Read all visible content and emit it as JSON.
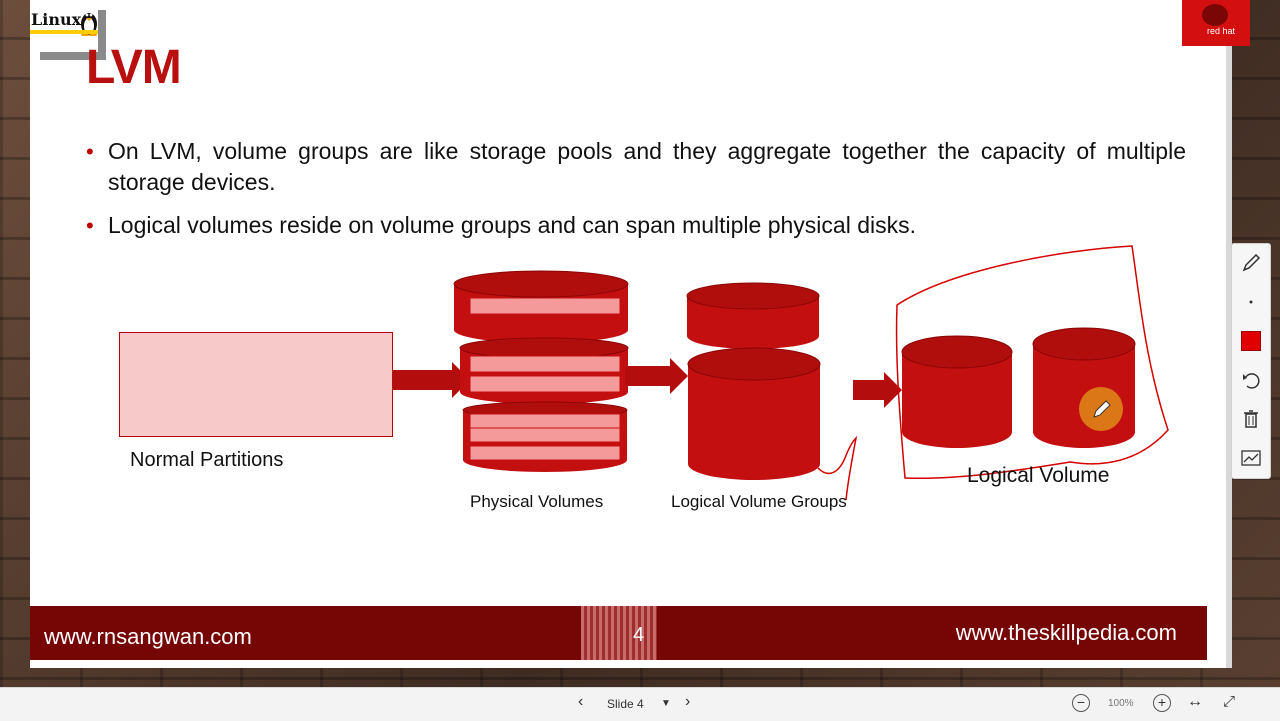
{
  "slide": {
    "logo_text": "Linux",
    "title": "LVM",
    "redhat_text": "red hat",
    "bullets": [
      "On LVM, volume groups are like storage pools and they aggregate together the capacity of multiple storage devices.",
      "Logical volumes reside on volume groups and can span multiple physical disks."
    ],
    "diagram": {
      "normal_partitions": "Normal Partitions",
      "physical_volumes": "Physical Volumes",
      "logical_volume_groups": "Logical Volume Groups",
      "logical_volume": "Logical Volume"
    },
    "footer": {
      "left": "www.rnsangwan.com",
      "page": "4",
      "right": "www.theskillpedia.com"
    }
  },
  "annotation_toolbar": {
    "tools": [
      "pen-icon",
      "dot-size-icon",
      "color-swatch",
      "undo-icon",
      "trash-icon",
      "chart-icon"
    ],
    "color": "#e00000"
  },
  "viewer": {
    "slide_label": "Slide 4",
    "zoom": "100%"
  },
  "colors": {
    "accent": "#b80f0f",
    "footer": "#760606",
    "disk": "#c30f0f",
    "disk_light": "#f39595"
  }
}
